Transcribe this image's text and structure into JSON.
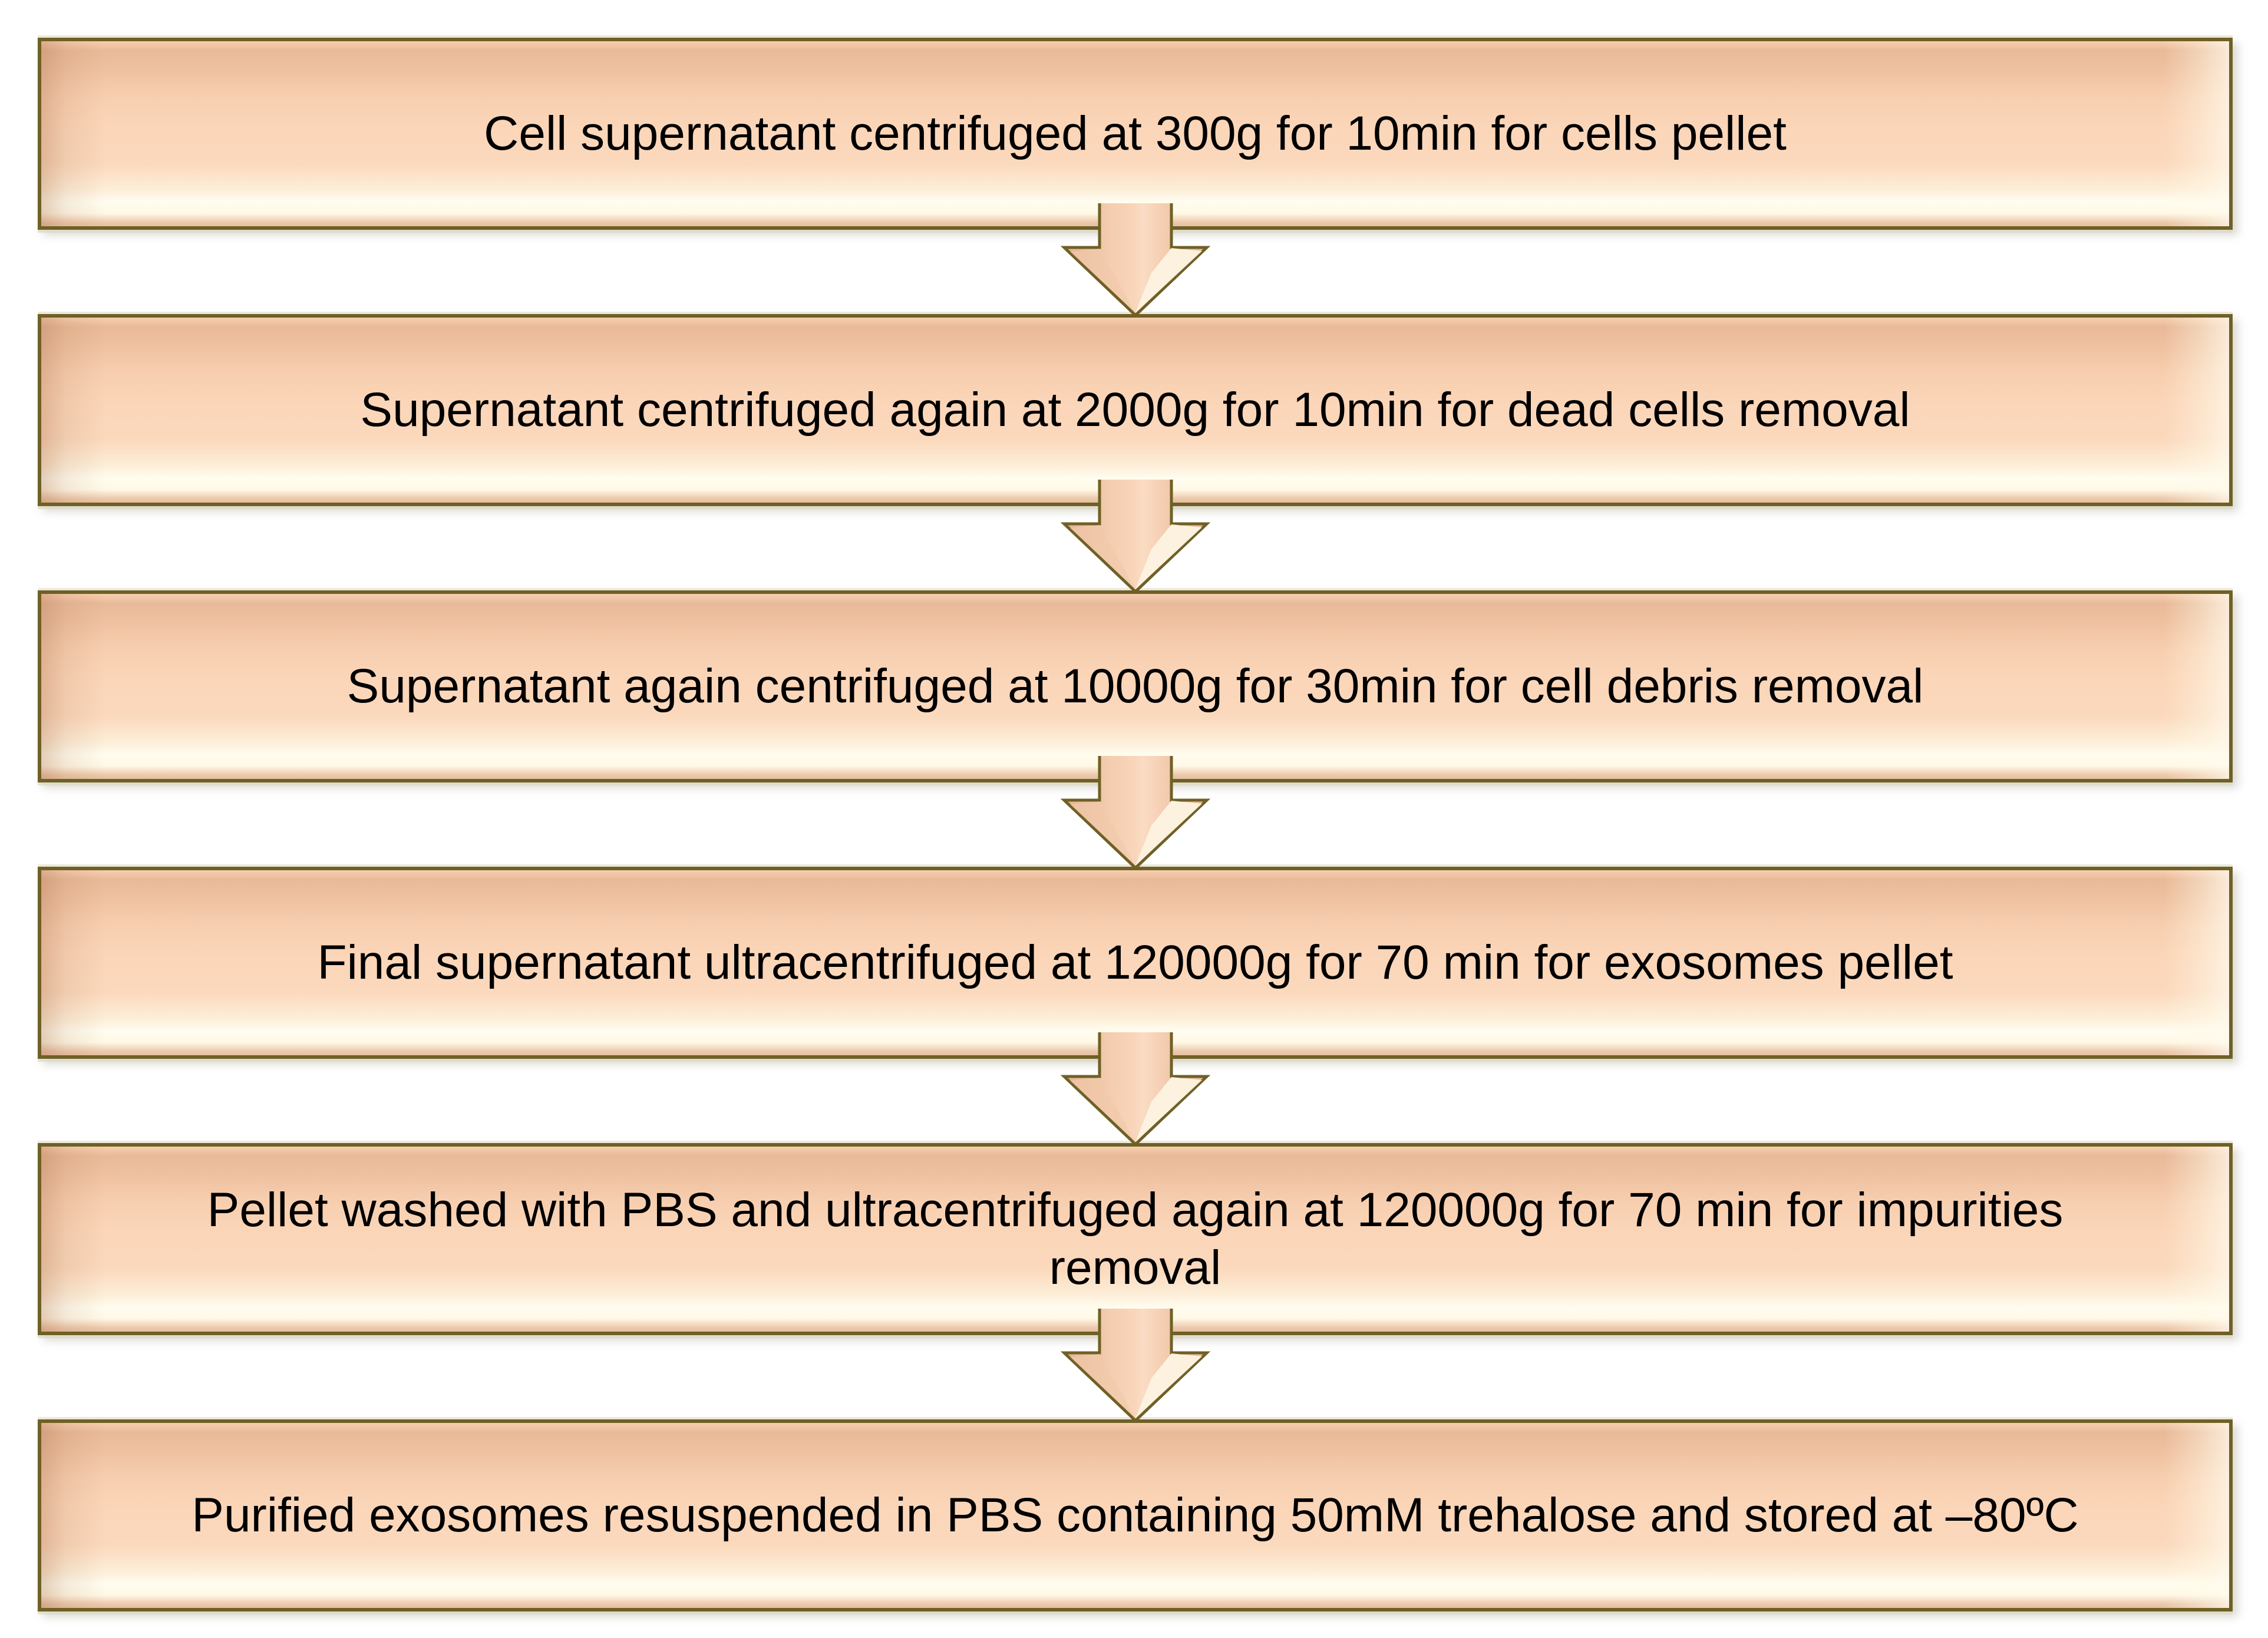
{
  "diagram": {
    "type": "flowchart",
    "direction": "top-to-bottom",
    "steps": [
      {
        "text": "Cell supernatant centrifuged at 300g for 10min for cells pellet"
      },
      {
        "text": "Supernatant centrifuged again at 2000g for 10min for dead cells removal"
      },
      {
        "text": "Supernatant again centrifuged at 10000g for 30min for cell debris removal"
      },
      {
        "text": "Final supernatant ultracentrifuged at 120000g for 70 min for exosomes pellet"
      },
      {
        "text": "Pellet washed with PBS and ultracentrifuged again at 120000g for 70 min for impurities\nremoval"
      },
      {
        "text": "Purified exosomes resuspended in PBS containing 50mM trehalose and stored at –80ºC"
      }
    ],
    "connector_icon": "down-arrow-icon",
    "connector_count": 5,
    "colors": {
      "page_background": "#ffffff",
      "box_fill": "#fbd5b8",
      "box_fill_dark": "#e9ba99",
      "box_fill_light": "#fffdf0",
      "box_border": "#6f6026",
      "arrow_fill_left": "#e3b293",
      "arrow_fill_right": "#f0c5a6",
      "arrow_highlight": "#fdf3e1",
      "text_color": "#000000"
    }
  }
}
